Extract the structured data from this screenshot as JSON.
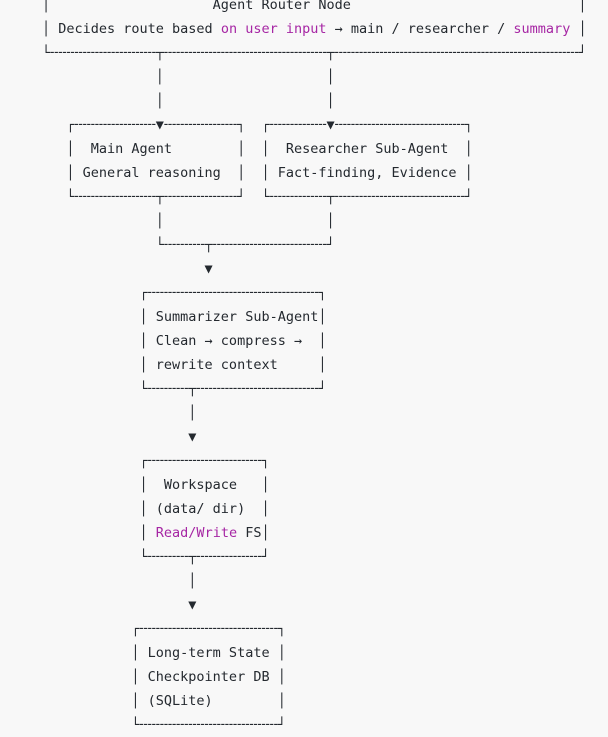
{
  "page": {
    "background": "#f8f8f8"
  },
  "diagram": {
    "colors": {
      "fg": "#24292f",
      "accent": "#a626a4"
    },
    "nodes": [
      {
        "id": "router",
        "title": "Agent Router Node",
        "description": "Decides route based on user input → main / researcher / summary",
        "highlighted_words": [
          "on user input",
          "summary"
        ]
      },
      {
        "id": "main-agent",
        "title": "Main Agent",
        "description": "General reasoning"
      },
      {
        "id": "researcher-sub-agent",
        "title": "Researcher Sub-Agent",
        "description": "Fact-finding, Evidence"
      },
      {
        "id": "summarizer-sub-agent",
        "title": "Summarizer Sub-Agent",
        "description": "Clean → compress → rewrite context"
      },
      {
        "id": "workspace",
        "title": "Workspace",
        "description": "(data/ dir)",
        "note": "Read/Write FS",
        "highlighted_words": [
          "Read/Write"
        ]
      },
      {
        "id": "long-term-state",
        "title": "Long-term State",
        "description": "Checkpointer DB (SQLite)"
      }
    ],
    "edges": [
      {
        "from": "router",
        "to": "main-agent"
      },
      {
        "from": "router",
        "to": "researcher-sub-agent"
      },
      {
        "from": "main-agent",
        "to": "summarizer-sub-agent"
      },
      {
        "from": "researcher-sub-agent",
        "to": "summarizer-sub-agent"
      },
      {
        "from": "summarizer-sub-agent",
        "to": "workspace"
      },
      {
        "from": "workspace",
        "to": "long-term-state"
      }
    ],
    "rows": [
      [
        {
          "t": "│                    Agent Router Node                            │"
        }
      ],
      [
        {
          "t": "│ Decides route based "
        },
        {
          "t": "on user input",
          "c": "accent"
        },
        {
          "t": " → main / researcher / "
        },
        {
          "t": "summary",
          "c": "accent"
        },
        {
          "t": " │"
        }
      ],
      [
        {
          "t": "└╌╌╌╌╌╌╌╌╌╌╌╌╌┬╌╌╌╌╌╌╌╌╌╌╌╌╌╌╌╌╌╌╌╌┬╌╌╌╌╌╌╌╌╌╌╌╌╌╌╌╌╌╌╌╌╌╌╌╌╌╌╌╌╌╌┘"
        }
      ],
      [
        {
          "t": "              │                    │"
        }
      ],
      [
        {
          "t": "              │                    │"
        }
      ],
      [
        {
          "t": "   ┌╌╌╌╌╌╌╌╌╌╌▼╌╌╌╌╌╌╌╌╌┐  ┌╌╌╌╌╌╌╌▼╌╌╌╌╌╌╌╌╌╌╌╌╌╌╌╌┐"
        }
      ],
      [
        {
          "t": "   │  Main Agent        │  │  Researcher Sub-Agent  │"
        }
      ],
      [
        {
          "t": "   │ General reasoning  │  │ Fact-finding, Evidence │"
        }
      ],
      [
        {
          "t": "   └╌╌╌╌╌╌╌╌╌╌┬╌╌╌╌╌╌╌╌╌┘  └╌╌╌╌╌╌╌┬╌╌╌╌╌╌╌╌╌╌╌╌╌╌╌╌┘"
        }
      ],
      [
        {
          "t": "              │                    │"
        }
      ],
      [
        {
          "t": "              └╌╌╌╌╌┬╌╌╌╌╌╌╌╌╌╌╌╌╌╌┘"
        }
      ],
      [
        {
          "t": "                    ▼"
        }
      ],
      [
        {
          "t": "            ┌╌╌╌╌╌╌╌╌╌╌╌╌╌╌╌╌╌╌╌╌╌┐"
        }
      ],
      [
        {
          "t": "            │ Summarizer Sub-Agent│"
        }
      ],
      [
        {
          "t": "            │ Clean → compress →  │"
        }
      ],
      [
        {
          "t": "            │ rewrite context     │"
        }
      ],
      [
        {
          "t": "            └╌╌╌╌╌┬╌╌╌╌╌╌╌╌╌╌╌╌╌╌╌┘"
        }
      ],
      [
        {
          "t": "                  │"
        }
      ],
      [
        {
          "t": "                  ▼"
        }
      ],
      [
        {
          "t": "            ┌╌╌╌╌╌╌╌╌╌╌╌╌╌╌┐"
        }
      ],
      [
        {
          "t": "            │  Workspace   │"
        }
      ],
      [
        {
          "t": "            │ (data/ dir)  │"
        }
      ],
      [
        {
          "t": "            │ "
        },
        {
          "t": "Read/Write",
          "c": "accent"
        },
        {
          "t": " FS│"
        }
      ],
      [
        {
          "t": "            └╌╌╌╌╌┬╌╌╌╌╌╌╌╌┘"
        }
      ],
      [
        {
          "t": "                  │"
        }
      ],
      [
        {
          "t": "                  ▼"
        }
      ],
      [
        {
          "t": "           ┌╌╌╌╌╌╌╌╌╌╌╌╌╌╌╌╌╌┐"
        }
      ],
      [
        {
          "t": "           │ Long-term State │"
        }
      ],
      [
        {
          "t": "           │ Checkpointer DB │"
        }
      ],
      [
        {
          "t": "           │ (SQLite)        │"
        }
      ],
      [
        {
          "t": "           └╌╌╌╌╌╌╌╌╌╌╌╌╌╌╌╌╌┘"
        }
      ]
    ]
  }
}
